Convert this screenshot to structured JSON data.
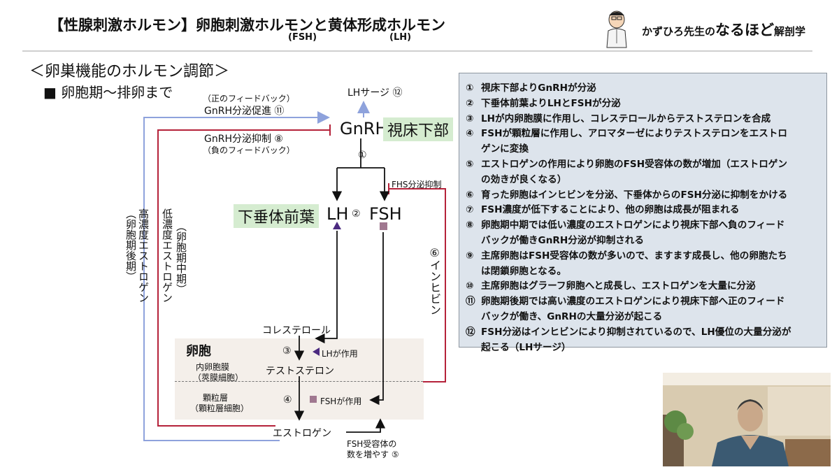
{
  "header": {
    "title": "【性腺刺激ホルモン】卵胞刺激ホルモンと黄体形成ホルモン",
    "fsh_ruby": "(FSH)",
    "lh_ruby": "(LH)",
    "brand_prefix": "かずひろ先生の",
    "brand_main": "なるほど",
    "brand_suffix": "解剖学"
  },
  "section_title": "＜卵巣機能のホルモン調節＞",
  "subsection_title": "■ 卵胞期〜排卵まで",
  "diagram": {
    "positive_feedback_paren": "（正のフィードバック）",
    "gnrh_promotion": "GnRH分泌促進 ⑪",
    "lh_surge": "LHサージ ⑫",
    "gnrh": "GnRH",
    "hypothalamus": "視床下部",
    "gnrh_inhibition": "GnRH分泌抑制 ⑧",
    "negative_feedback_paren": "（負のフィードバック）",
    "step1": "①",
    "fhs_inhibition": "FHS分泌抑制",
    "anterior_pituitary": "下垂体前葉",
    "lh": "LH",
    "step2": "②",
    "fsh": "FSH",
    "high_estrogen": "高濃度エストロゲン",
    "high_estrogen_paren": "（卵胞期後期）",
    "low_estrogen": "低濃度エストロゲン",
    "low_estrogen_paren": "（卵胞期中期）",
    "inhibin": "⑥インヒビン",
    "cholesterol": "コレステロール",
    "follicle": "卵胞",
    "step3": "③",
    "lh_acts": "LHが作用",
    "theca_interna": "内卵胞膜",
    "theca_paren": "（莢膜細胞）",
    "testosterone": "テストステロン",
    "granulosa": "顆粒層",
    "granulosa_paren": "（顆粒層細胞）",
    "step4": "④",
    "fsh_acts": "FSHが作用",
    "estrogen": "エストロゲン",
    "fsh_receptor_1": "FSH受容体の",
    "fsh_receptor_2": "数を増やす ⑤"
  },
  "steps": [
    {
      "num": "①",
      "lines": [
        "視床下部よりGnRHが分泌"
      ]
    },
    {
      "num": "②",
      "lines": [
        "下垂体前葉よりLHとFSHが分泌"
      ]
    },
    {
      "num": "③",
      "lines": [
        "LHが内卵胞膜に作用し、コレステロールからテストステロンを合成"
      ]
    },
    {
      "num": "④",
      "lines": [
        "FSHが顆粒層に作用し、アロマターゼによりテストステロンをエストロ",
        "ゲンに変換"
      ]
    },
    {
      "num": "⑤",
      "lines": [
        "エストロゲンの作用により卵胞のFSH受容体の数が増加（エストロゲン",
        "の効きが良くなる）"
      ]
    },
    {
      "num": "⑥",
      "lines": [
        "育った卵胞はインヒビンを分泌、下垂体からのFSH分泌に抑制をかける"
      ]
    },
    {
      "num": "⑦",
      "lines": [
        "FSH濃度が低下することにより、他の卵胞は成長が阻まれる"
      ]
    },
    {
      "num": "⑧",
      "lines": [
        "卵胞期中期では低い濃度のエストロゲンにより視床下部へ負のフィード",
        "バックが働きGnRH分泌が抑制される"
      ]
    },
    {
      "num": "⑨",
      "lines": [
        "主席卵胞はFSH受容体の数が多いので、ますます成長し、他の卵胞たち",
        "は閉鎖卵胞となる。"
      ]
    },
    {
      "num": "⑩",
      "lines": [
        "主席卵胞はグラーフ卵胞へと成長し、エストロゲンを大量に分泌"
      ]
    },
    {
      "num": "⑪",
      "lines": [
        "卵胞期後期では高い濃度のエストロゲンにより視床下部へ正のフィード",
        "バックが働き、GnRHの大量分泌が起こる"
      ]
    },
    {
      "num": "⑫",
      "lines": [
        "FSH分泌はインヒビンにより抑制されているので、LH優位の大量分泌が",
        "起こる（LHサージ）"
      ]
    }
  ],
  "colors": {
    "positive_line": "#8ea2dc",
    "negative_line": "#b5223a",
    "lh_marker": "#4b2a80",
    "fsh_marker": "#a07890",
    "label_bg": "#d5ecd0"
  }
}
